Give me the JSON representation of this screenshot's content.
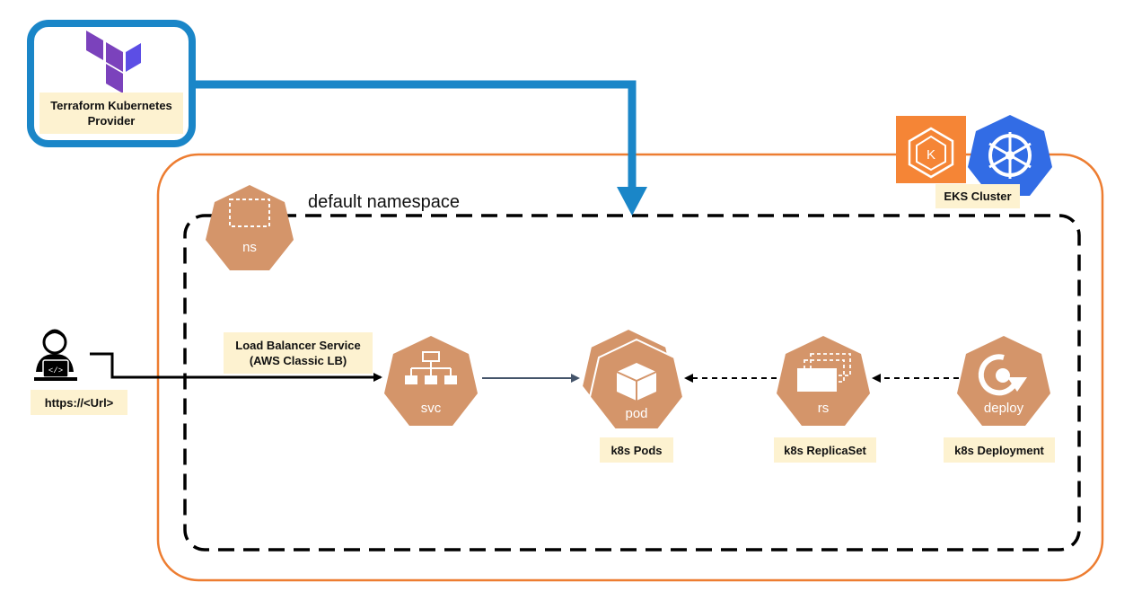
{
  "terraform": {
    "label_line1": "Terraform Kubernetes",
    "label_line2": "Provider"
  },
  "cluster": {
    "label": "EKS Cluster",
    "eks_logo_letter": "K"
  },
  "namespace": {
    "title": "default namespace",
    "icon_text": "ns"
  },
  "user": {
    "label": "https://<Url>",
    "icon": "developer-laptop-icon"
  },
  "service": {
    "label_line1": "Load Balancer Service",
    "label_line2": "(AWS Classic LB)",
    "icon_text": "svc"
  },
  "pods": {
    "label": "k8s Pods",
    "icon_text": "pod"
  },
  "replicaset": {
    "label": "k8s ReplicaSet",
    "icon_text": "rs"
  },
  "deployment": {
    "label": "k8s Deployment",
    "icon_text": "deploy"
  },
  "colors": {
    "terraform_purple": "#7b42bc",
    "terraform_border": "#1a86c8",
    "cluster_border": "#ed7d31",
    "k8s_icon": "#d4956a",
    "k8s_blue": "#326ce5",
    "aws_orange": "#f58536",
    "label_bg": "#fdf2d0"
  }
}
